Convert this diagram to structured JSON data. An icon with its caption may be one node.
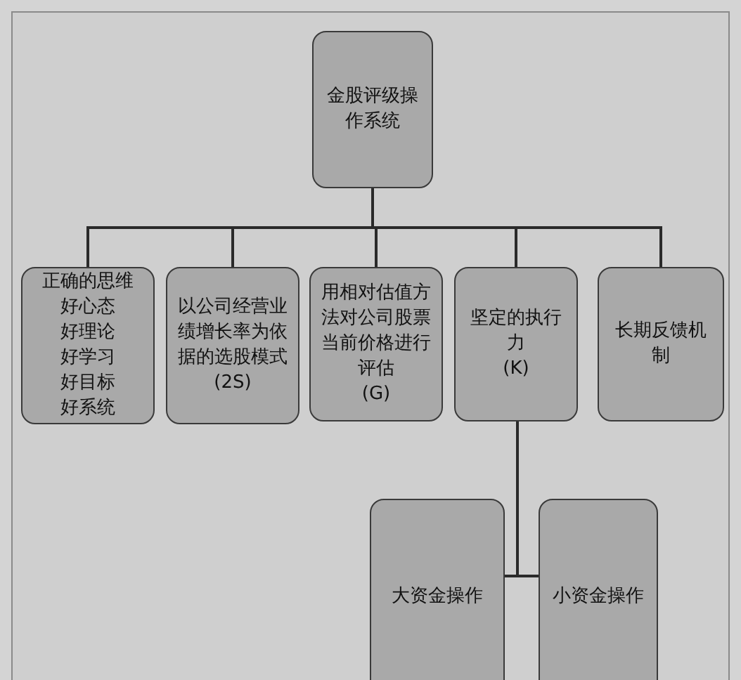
{
  "diagram": {
    "nodes": [
      {
        "text": [
          "金股评级操作系统"
        ]
      },
      {
        "text": [
          "正确的思维",
          "好心态",
          "好理论",
          "好学习",
          "好目标",
          "好系统"
        ]
      },
      {
        "text": [
          "以公司经营业绩增长率为依据的选股模式",
          "(2S)"
        ]
      },
      {
        "text": [
          "用相对估值方法对公司股票当前价格进行评估",
          "(G)"
        ]
      },
      {
        "text": [
          "坚定的执行力",
          "(K)"
        ]
      },
      {
        "text": [
          "长期反馈机制"
        ]
      },
      {
        "text": [
          "大资金操作"
        ]
      },
      {
        "text": [
          "小资金操作"
        ]
      }
    ],
    "edges": [
      {
        "from": 0,
        "to": 1,
        "arrow": "none"
      },
      {
        "from": 0,
        "to": 2,
        "arrow": "none"
      },
      {
        "from": 0,
        "to": 3,
        "arrow": "none"
      },
      {
        "from": 0,
        "to": 4,
        "arrow": "none"
      },
      {
        "from": 0,
        "to": 5,
        "arrow": "none"
      },
      {
        "from": 4,
        "to": 6,
        "arrow": "none"
      },
      {
        "from": 4,
        "to": 7,
        "arrow": "none"
      }
    ]
  }
}
